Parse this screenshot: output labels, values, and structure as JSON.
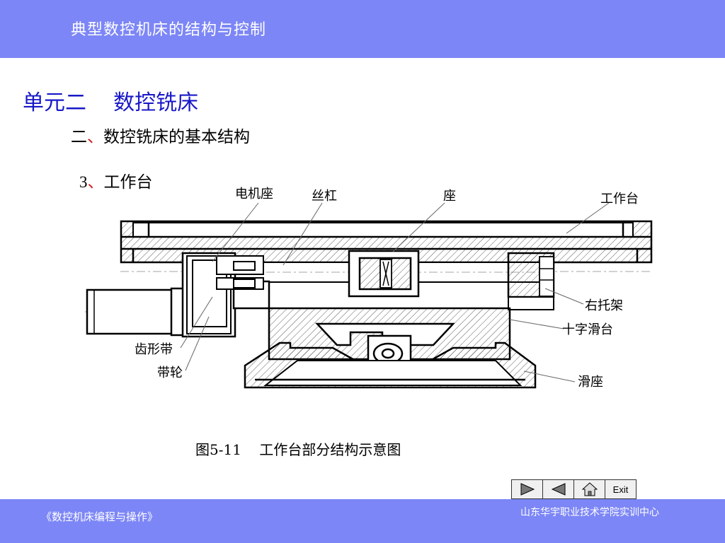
{
  "header": {
    "title": "典型数控机床的结构与控制"
  },
  "unit": {
    "title": "单元二    数控铣床"
  },
  "section": {
    "prefix": "二",
    "sep": "、",
    "title": "数控铣床的基本结构"
  },
  "subsection": {
    "num": "3",
    "sep": "、",
    "title": "工作台"
  },
  "diagram": {
    "labels": {
      "motor_seat": "电机座",
      "lead_screw": "丝杠",
      "seat": "座",
      "worktable": "工作台",
      "right_bracket": "右托架",
      "cross_slide": "十字滑台",
      "slide_base": "滑座",
      "toothed_belt": "齿形带",
      "pulley": "带轮"
    }
  },
  "caption": {
    "text": "图5-11    工作台部分结构示意图"
  },
  "nav": {
    "exit_label": "Exit"
  },
  "footer": {
    "left": "《数控机床编程与操作》",
    "right": "山东华宇职业技术学院实训中心"
  },
  "colors": {
    "banner": "#7c86f6",
    "unit_title": "#1818c8",
    "separator": "#d02020"
  }
}
